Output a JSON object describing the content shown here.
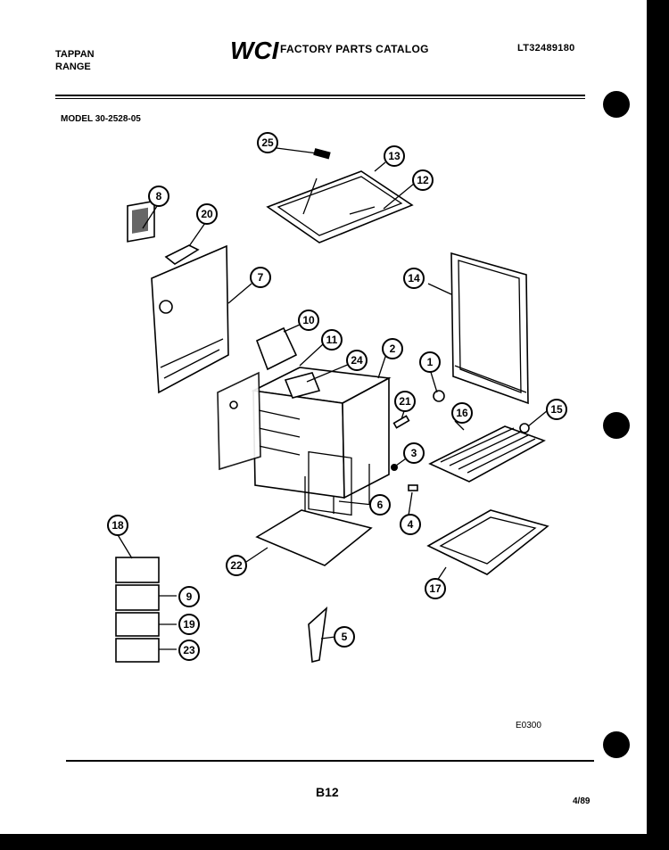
{
  "header": {
    "brand_line1": "TAPPAN",
    "brand_line2": "RANGE",
    "logo_text": "WCI",
    "catalog_title": "FACTORY PARTS CATALOG",
    "catalog_number": "LT32489180"
  },
  "model_label": "MODEL 30-2528-05",
  "diagram_code": "E0300",
  "page_number": "B12",
  "date": "4/89",
  "callouts": [
    "25",
    "13",
    "12",
    "8",
    "20",
    "7",
    "14",
    "10",
    "11",
    "2",
    "24",
    "1",
    "21",
    "16",
    "15",
    "3",
    "6",
    "4",
    "18",
    "22",
    "9",
    "19",
    "17",
    "23",
    "5"
  ],
  "colors": {
    "ink": "#000000",
    "paper": "#ffffff",
    "scan_background": "#000000"
  }
}
